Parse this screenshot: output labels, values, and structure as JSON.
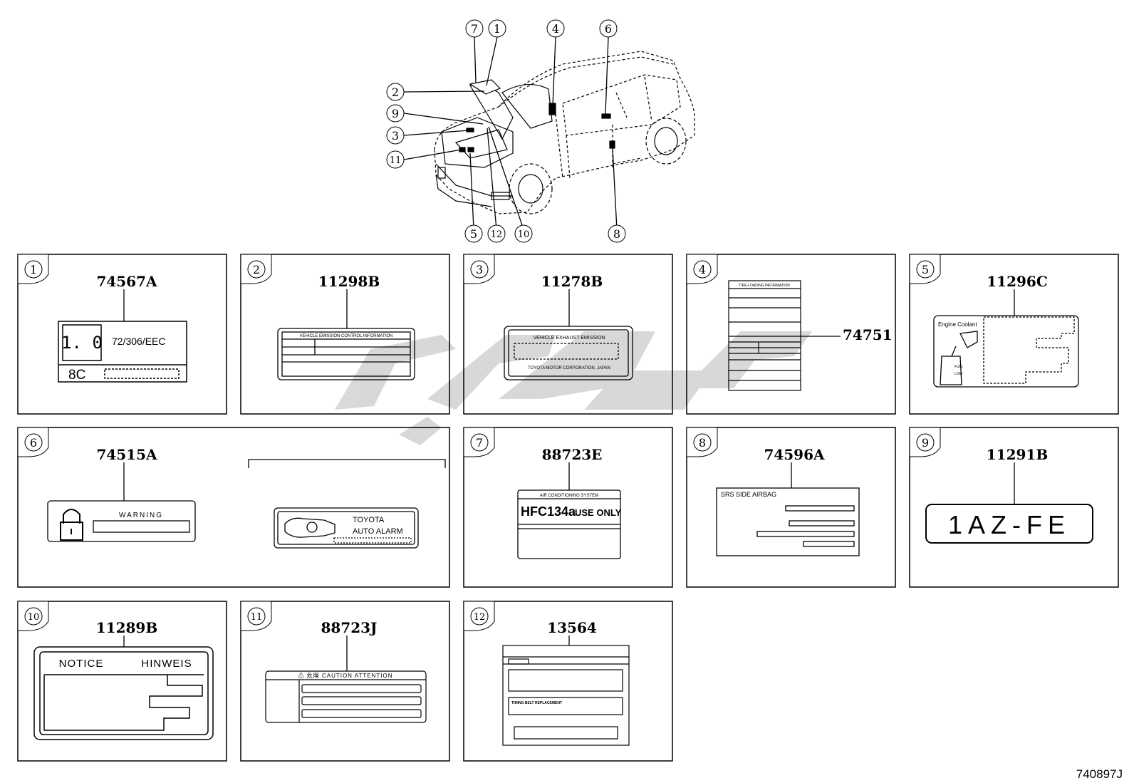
{
  "callout_numbers": [
    "1",
    "2",
    "3",
    "4",
    "5",
    "6",
    "7",
    "8",
    "9",
    "10",
    "11",
    "12"
  ],
  "callout_glyphs": [
    "①",
    "②",
    "③",
    "④",
    "⑤",
    "⑥",
    "⑦",
    "⑧",
    "⑨",
    "⑩",
    "⑪",
    "⑫"
  ],
  "panels": [
    {
      "id": "1",
      "part_number": "74567A",
      "label_text": {
        "left": "1. 0",
        "right": "72/306/EEC",
        "bottom": "8C"
      }
    },
    {
      "id": "2",
      "part_number": "11298B",
      "label_text": {
        "header": "VEHICLE EMISSION CONTROL INFORMATION"
      }
    },
    {
      "id": "3",
      "part_number": "11278B",
      "label_text": {
        "top": "VEHICLE EXHAUST EMISSION",
        "bottom": "TOYOTA MOTOR CORPORATION, JAPAN"
      }
    },
    {
      "id": "4",
      "part_number": "74751",
      "label_text": {
        "header": "TIRE-LOADING INFORMATION"
      }
    },
    {
      "id": "5",
      "part_number": "11296C",
      "label_text": {
        "header": "Engine Coolant",
        "full": "FULL",
        "low": "LOW"
      }
    },
    {
      "id": "6",
      "part_number": "74515A",
      "label_text": {
        "warning": "WARNING",
        "line1": "TOYOTA",
        "line2": "AUTO ALARM"
      }
    },
    {
      "id": "7",
      "part_number": "88723E",
      "label_text": {
        "header": "AIR CONDITIONING SYSTEM",
        "refrigerant": "HFC134a",
        "use_only": "USE ONLY"
      }
    },
    {
      "id": "8",
      "part_number": "74596A",
      "label_text": {
        "header": "SRS SIDE AIRBAG"
      }
    },
    {
      "id": "9",
      "part_number": "11291B",
      "label_text": {
        "engine": "1AZ-FE"
      }
    },
    {
      "id": "10",
      "part_number": "11289B",
      "label_text": {
        "left": "NOTICE",
        "right": "HINWEIS"
      }
    },
    {
      "id": "11",
      "part_number": "88723J",
      "label_text": {
        "header": "⚠ 危険   CAUTION   ATTENTION"
      }
    },
    {
      "id": "12",
      "part_number": "13564",
      "label_text": {
        "belt": "TIMING BELT REPLACEMENT"
      }
    }
  ],
  "diagram_code": "740897J",
  "colors": {
    "line": "#000000",
    "watermark": "#cfcfcf"
  }
}
